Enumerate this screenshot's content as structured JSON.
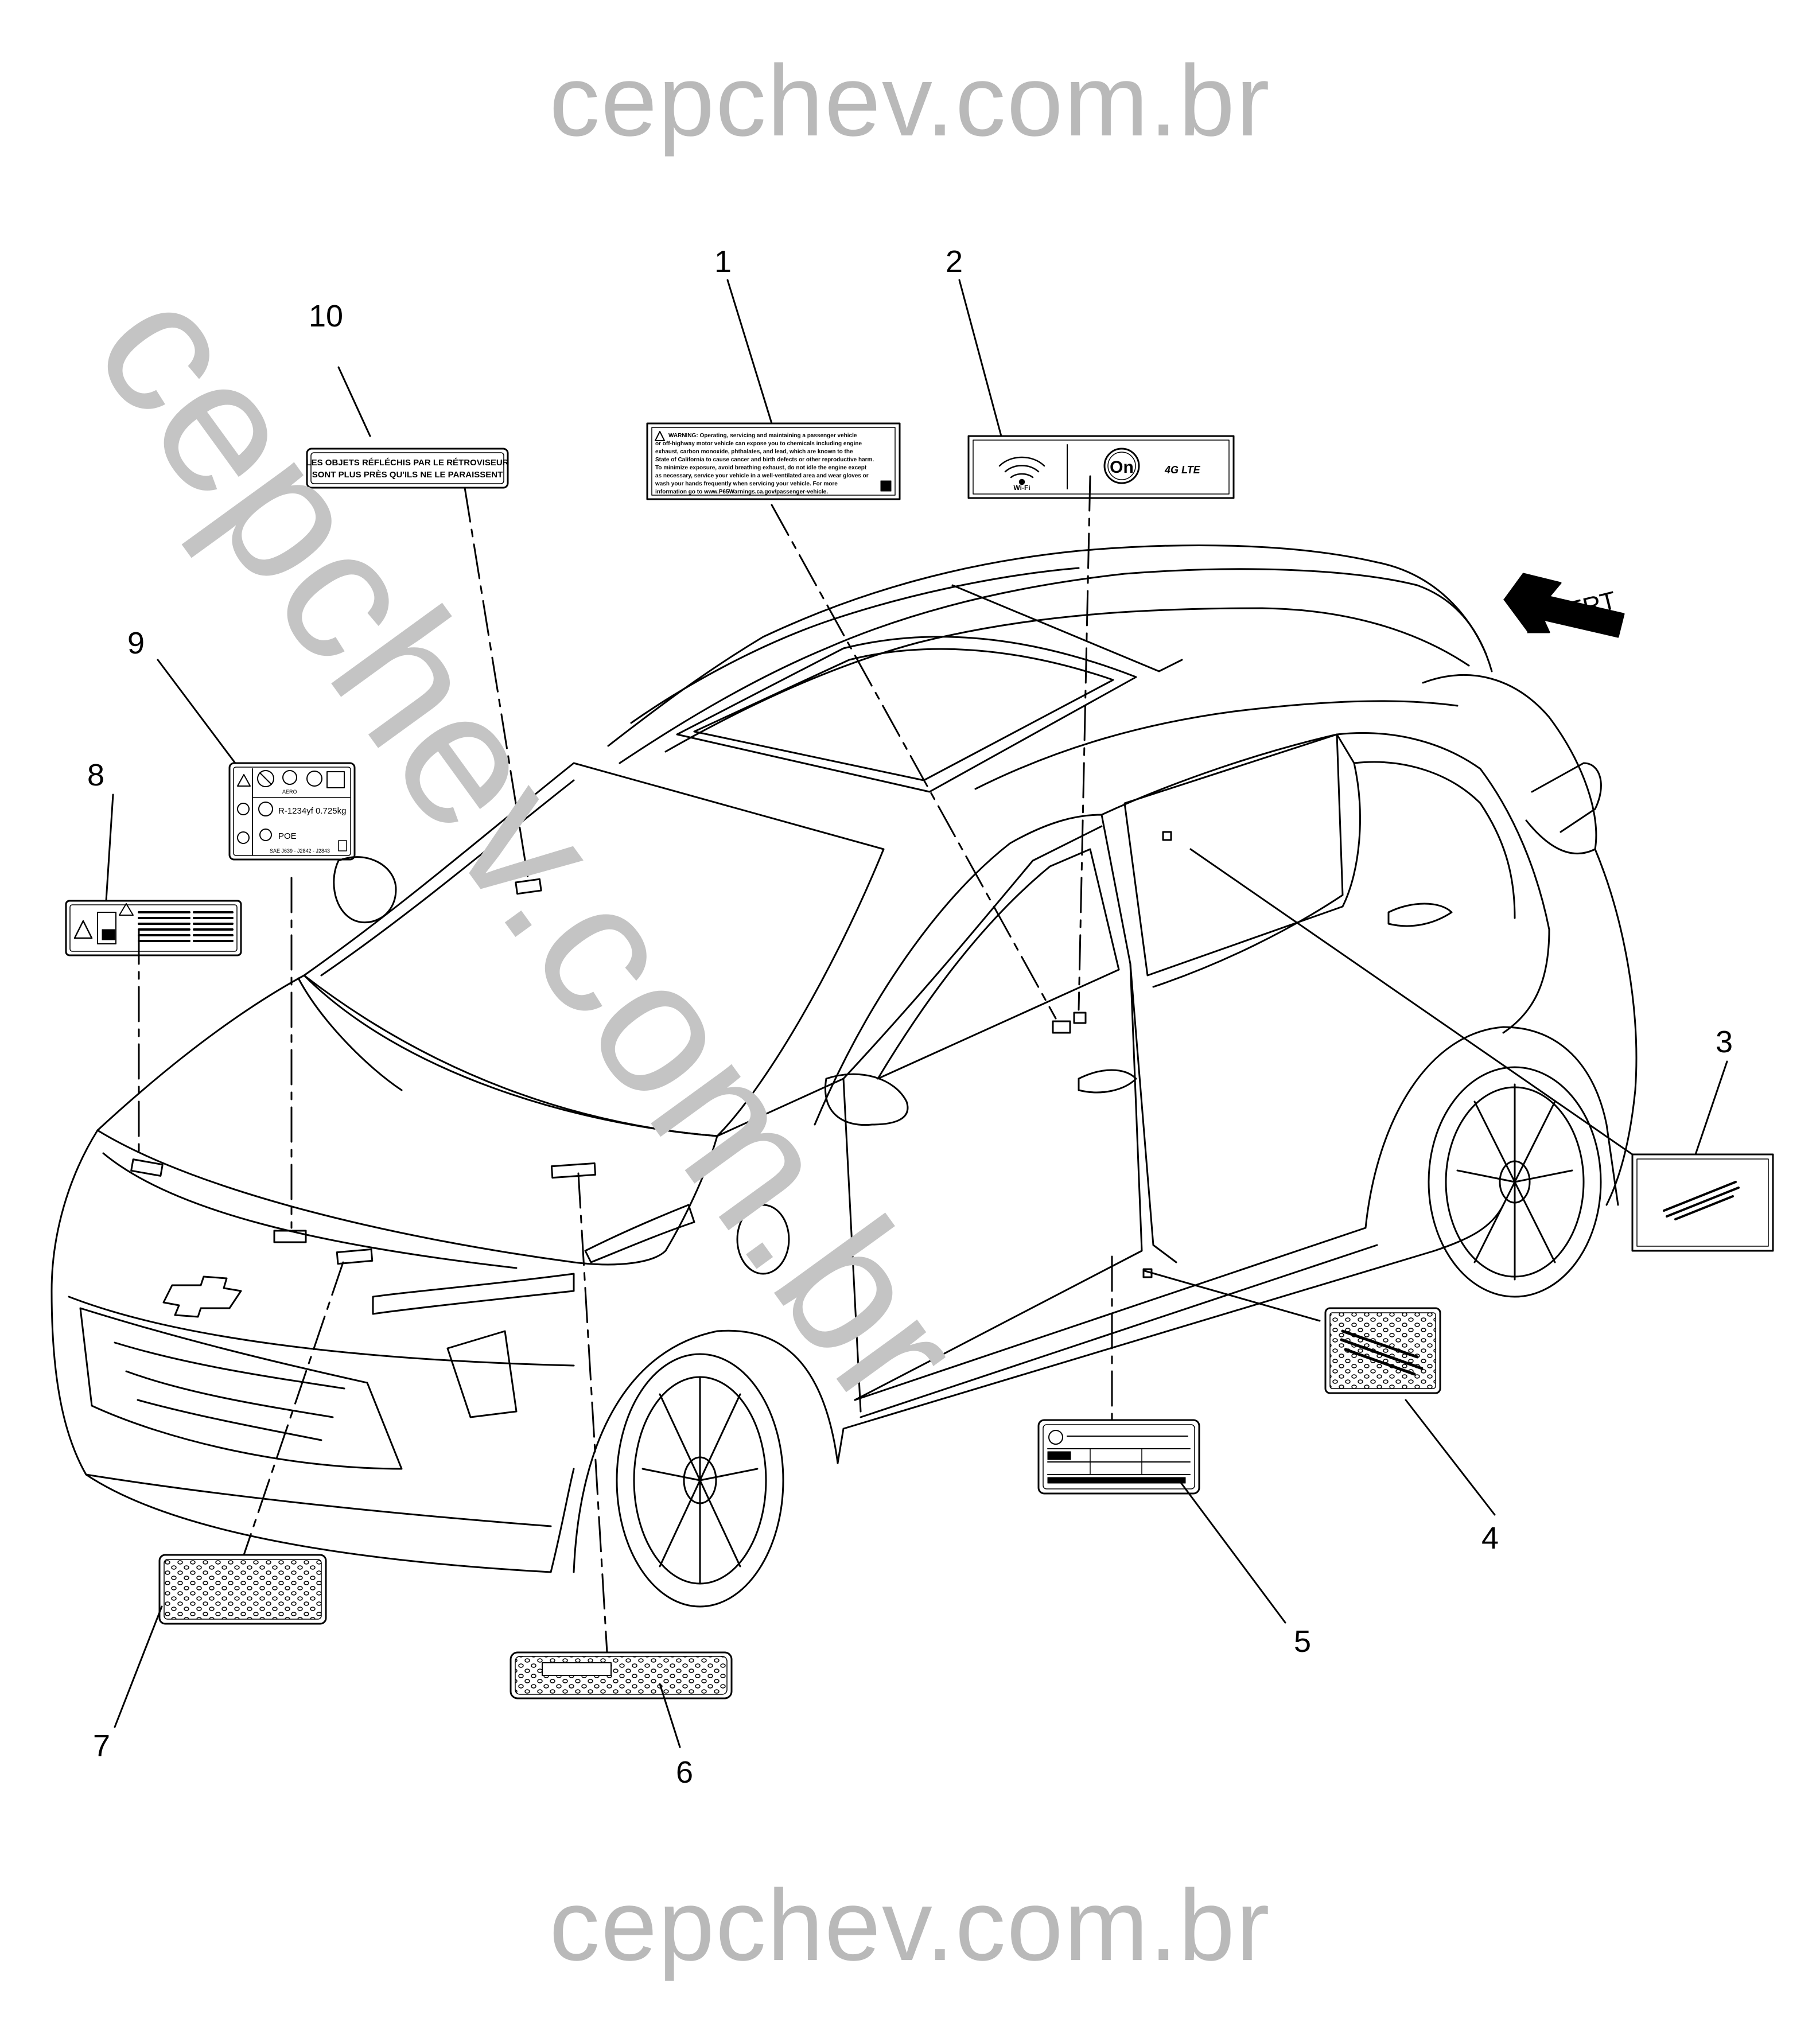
{
  "watermark": {
    "top": "cepchev.com.br",
    "diagonal": "cepchev.com.br",
    "bottom": "cepchev.com.br"
  },
  "callouts": {
    "c1": "1",
    "c2": "2",
    "c3": "3",
    "c4": "4",
    "c5": "5",
    "c6": "6",
    "c7": "7",
    "c8": "8",
    "c9": "9",
    "c10": "10"
  },
  "direction_arrow": {
    "label": "FRT"
  },
  "labels": {
    "label1": {
      "lines": [
        "WARNING: Operating, servicing and maintaining a passenger vehicle",
        "or off-highway motor vehicle can expose you to chemicals including engine",
        "exhaust, carbon monoxide, phthalates, and lead, which are known to the",
        "State of California to cause cancer and birth defects or other reproductive harm.",
        "To minimize exposure, avoid breathing exhaust, do not idle the engine except",
        "as necessary, service your vehicle in a well-ventilated area and wear gloves or",
        "wash your hands frequently when servicing your vehicle. For more",
        "information go to www.P65Warnings.ca.gov/passenger-vehicle."
      ]
    },
    "label2": {
      "wifi": "Wi-Fi",
      "onstar": "On",
      "lte": "4G LTE"
    },
    "label9": {
      "refrigerant": "R-1234yf  0.725kg",
      "oil": "POE",
      "small": "SAE J639 - J2842 - J2843",
      "aero": "AERO"
    },
    "label10": {
      "line1": "LES OBJETS RÉFLÉCHIS PAR LE RÉTROVISEUR",
      "line2": "SONT PLUS PRÈS QU'ILS NE LE PARAISSENT"
    }
  },
  "colors": {
    "line": "#000000",
    "watermark": "#bdbdbd"
  }
}
